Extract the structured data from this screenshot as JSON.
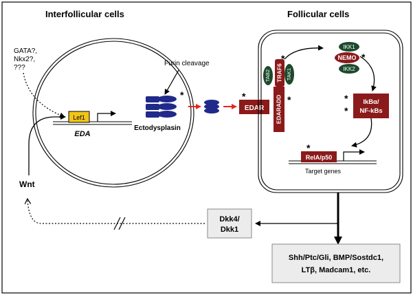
{
  "sections": {
    "interfollicular_title": "Interfollicular cells",
    "follicular_title": "Follicular cells"
  },
  "transcription_factors": {
    "gata": "GATA?,",
    "nkx": "Nkx2?,",
    "unknown": "???"
  },
  "gene": {
    "lef1": "Lef1",
    "eda": "EDA"
  },
  "ligand": {
    "furin": "Furin cleavage",
    "ectodysplasin": "Ectodysplasin"
  },
  "receptor": {
    "edar": "EDAR",
    "edaradd": "EDARADD",
    "traf6": "TRAF6",
    "tab2": "TAB2",
    "tak1": "TAK1"
  },
  "complex": {
    "ikk1": "IKK1",
    "nemo": "NEMO",
    "ikk2": "IKK2"
  },
  "nfkb": {
    "line1": "IkBα/",
    "line2": "NF-kBs"
  },
  "rela": {
    "label": "RelA/p50",
    "target": "Target genes"
  },
  "feedback": {
    "wnt": "Wnt",
    "dkk_line1": "Dkk4/",
    "dkk_line2": "Dkk1"
  },
  "output": {
    "line1": "Shh/Ptc/Gli, BMP/Sostdc1,",
    "line2": "LTβ, Madcam1, etc."
  },
  "marks": {
    "asterisk": "*"
  },
  "colors": {
    "dark_red": "#8b1a1a",
    "navy": "#1f2a8a",
    "green": "#1c4a2c",
    "yellow": "#f0c419",
    "red_arrow": "#e8261e",
    "box_fill": "#ececec"
  }
}
